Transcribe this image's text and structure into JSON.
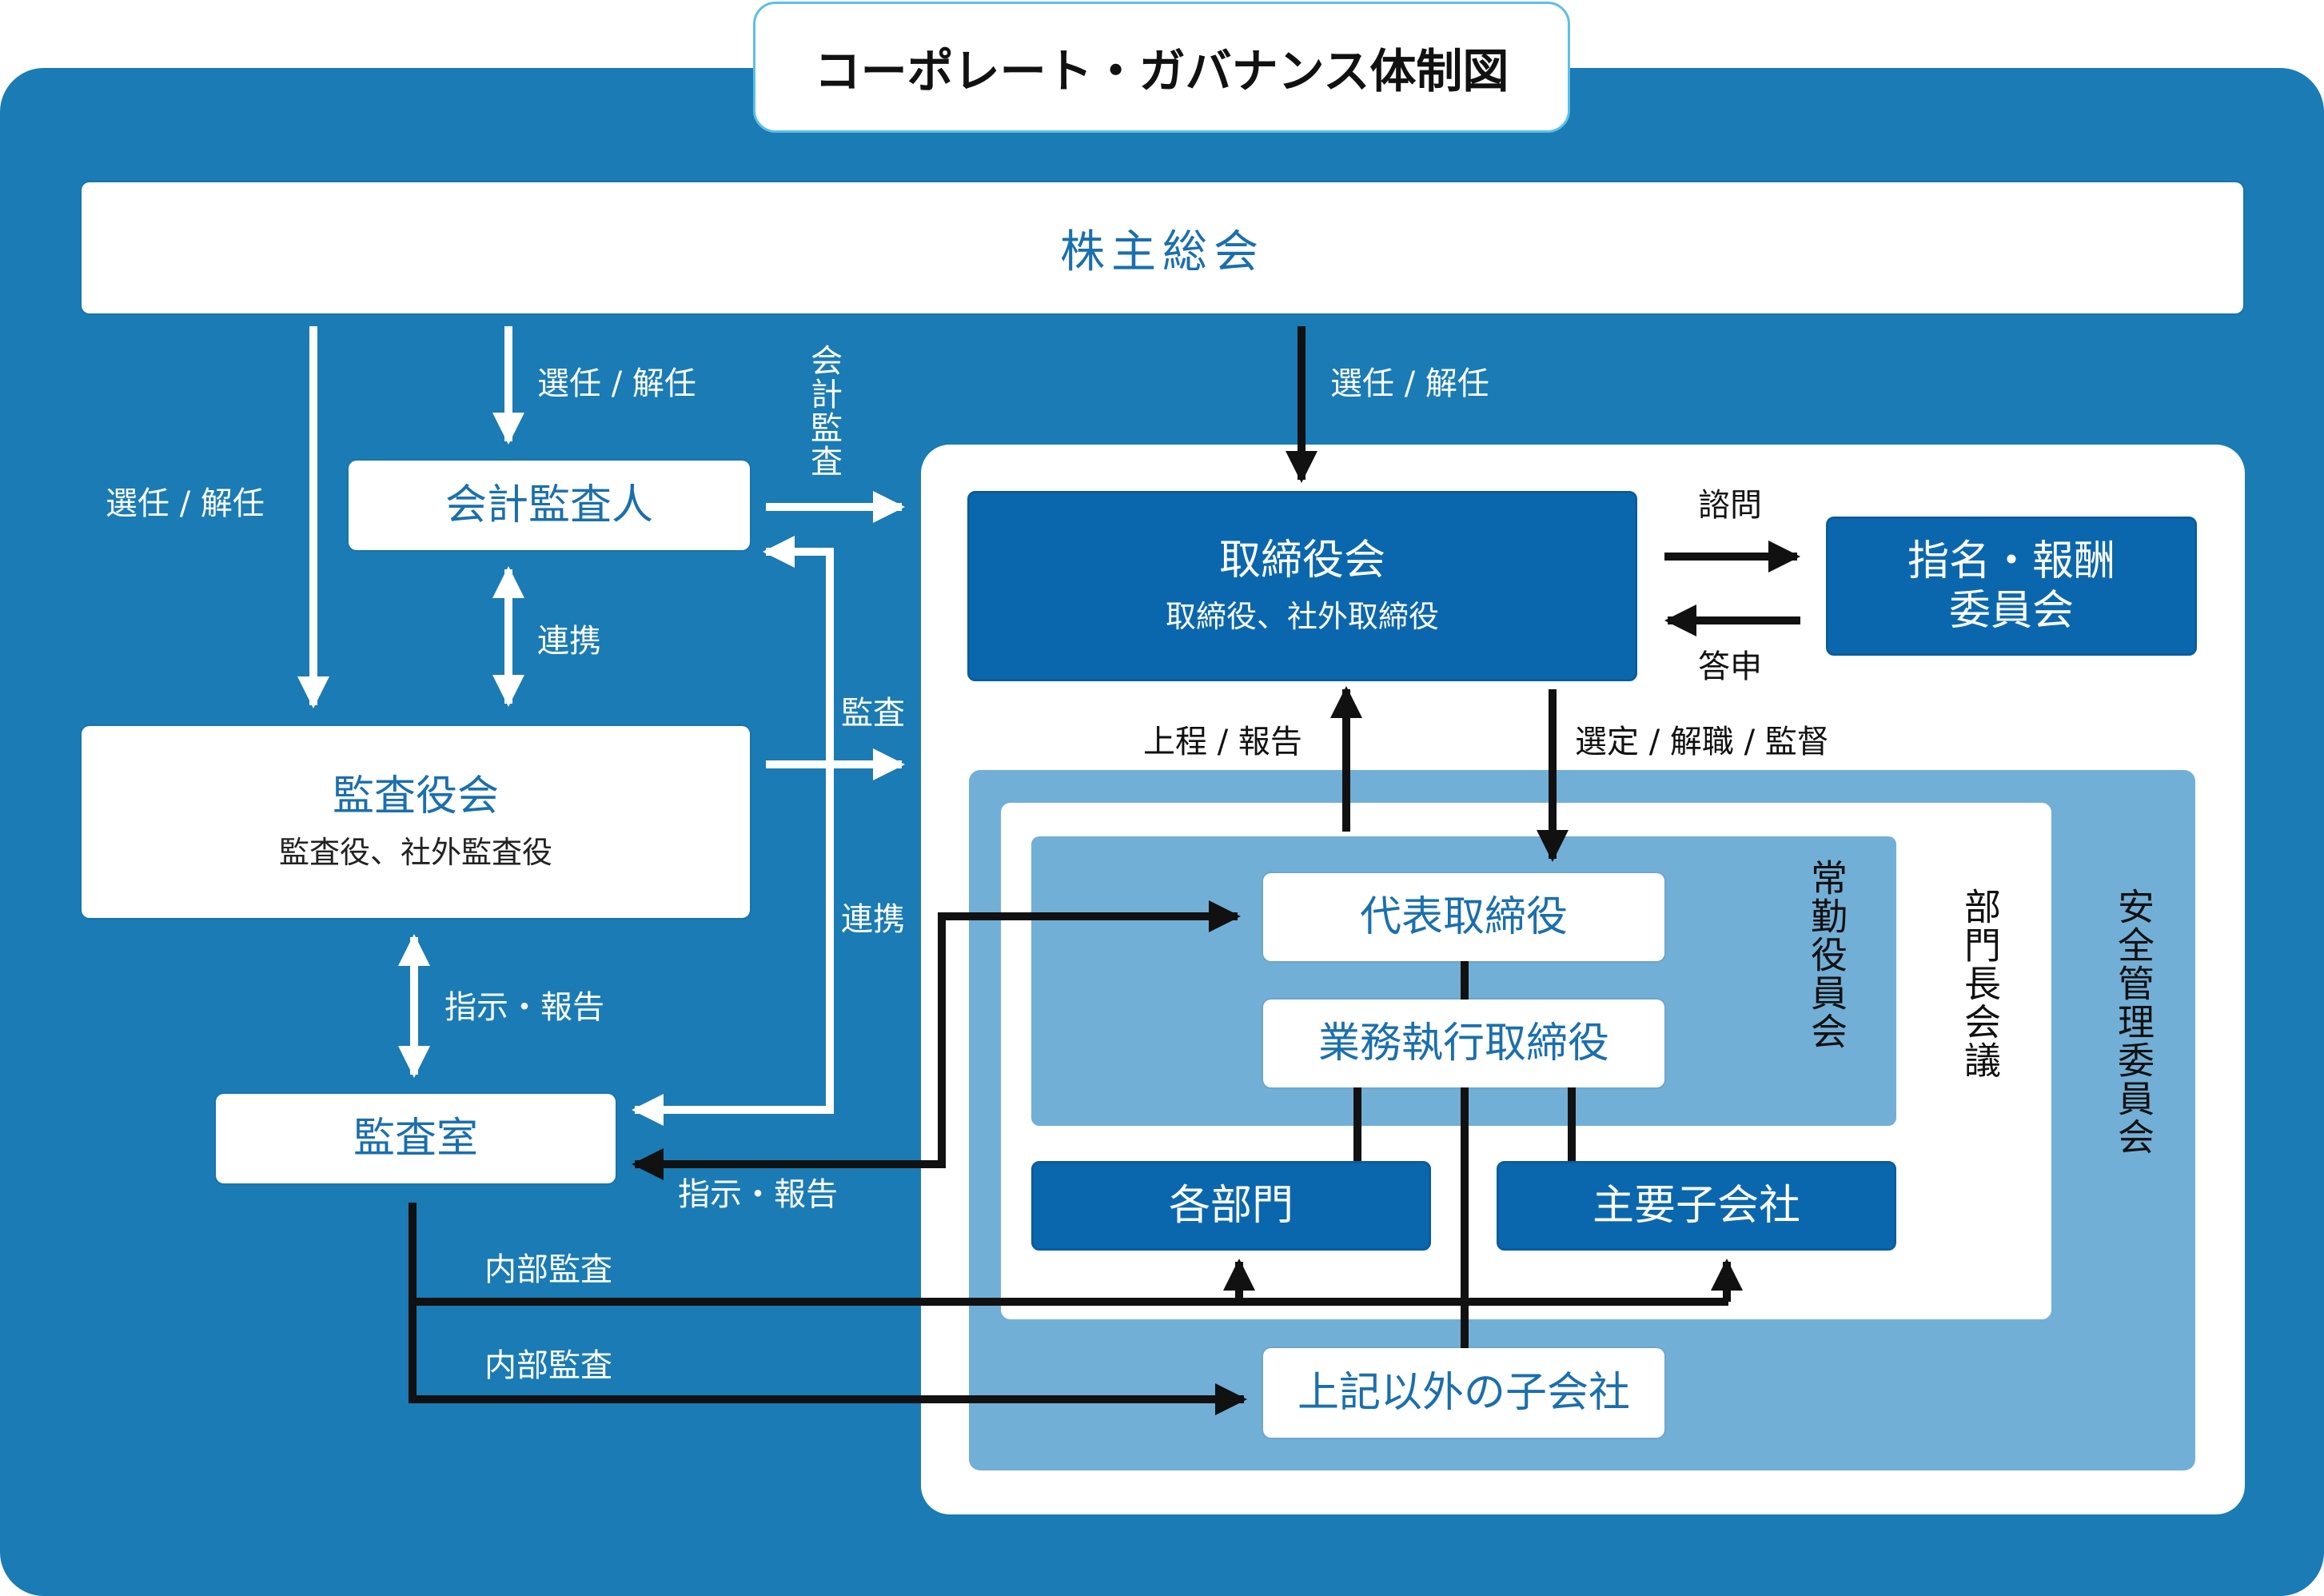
{
  "title": "コーポレート・ガバナンス体制図",
  "colors": {
    "outer_bg": "#1a7bb5",
    "inner_panel": "#ffffff",
    "safety_panel": "#72afd6",
    "executive_panel": "#72afd6",
    "dark_box": "#0b67ad",
    "text_blue": "#1a6fae"
  },
  "nodes": {
    "shareholders": "株主総会",
    "accounting_auditor": "会計監査人",
    "audit_board": "監査役会",
    "audit_board_sub": "監査役、社外監査役",
    "audit_office": "監査室",
    "board": "取締役会",
    "board_sub": "取締役、社外取締役",
    "nomination_committee_line1": "指名・報酬",
    "nomination_committee_line2": "委員会",
    "representative_director": "代表取締役",
    "executive_director": "業務執行取締役",
    "departments": "各部門",
    "major_subsidiaries": "主要子会社",
    "other_subsidiaries": "上記以外の子会社",
    "executive_committee": "常勤役員会",
    "department_heads_meeting": "部門長会議",
    "safety_committee": "安全管理委員会"
  },
  "labels": {
    "elect_dismiss_left": "選任 / 解任",
    "elect_dismiss_auditor": "選任 / 解任",
    "elect_dismiss_board": "選任 / 解任",
    "accounting_audit": "会計監査",
    "cooperation_auditors": "連携",
    "audit": "監査",
    "cooperation_office": "連携",
    "instruct_report_board": "指示・報告",
    "instruct_report_office": "指示・報告",
    "consult": "諮問",
    "reply": "答申",
    "propose_report": "上程 / 報告",
    "select_dismiss_supervise": "選定 / 解職 / 監督",
    "internal_audit_1": "内部監査",
    "internal_audit_2": "内部監査"
  }
}
